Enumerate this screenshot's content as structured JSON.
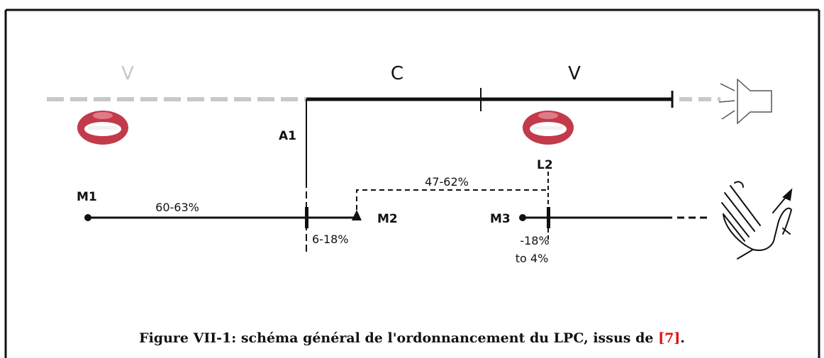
{
  "diagram": {
    "segments": {
      "vowel_left": "V",
      "consonant": "C",
      "vowel_right": "V"
    },
    "acoustic_markers": {
      "a1": "A1",
      "l2": "L2"
    },
    "hand_markers": {
      "m1": "M1",
      "m2": "M2",
      "m3": "M3"
    },
    "intervals": {
      "m1_to_a1": "60-63%",
      "a1_to_m2": "6-18%",
      "m2_to_l2": "47-62%",
      "l2_from_m3_line1": "-18%",
      "l2_from_m3_line2": "to 4%"
    },
    "colors": {
      "line": "#111111",
      "faded_line": "#c8c8c8",
      "lips": "#c33a4a",
      "reference": "#e01010"
    },
    "icons": [
      "lips-icon",
      "speaker-icon",
      "hand-icon"
    ]
  },
  "caption": {
    "text": "Figure VII-1: schéma général de l'ordonnancement du LPC, issus de ",
    "reference": "[7]",
    "end": "."
  }
}
